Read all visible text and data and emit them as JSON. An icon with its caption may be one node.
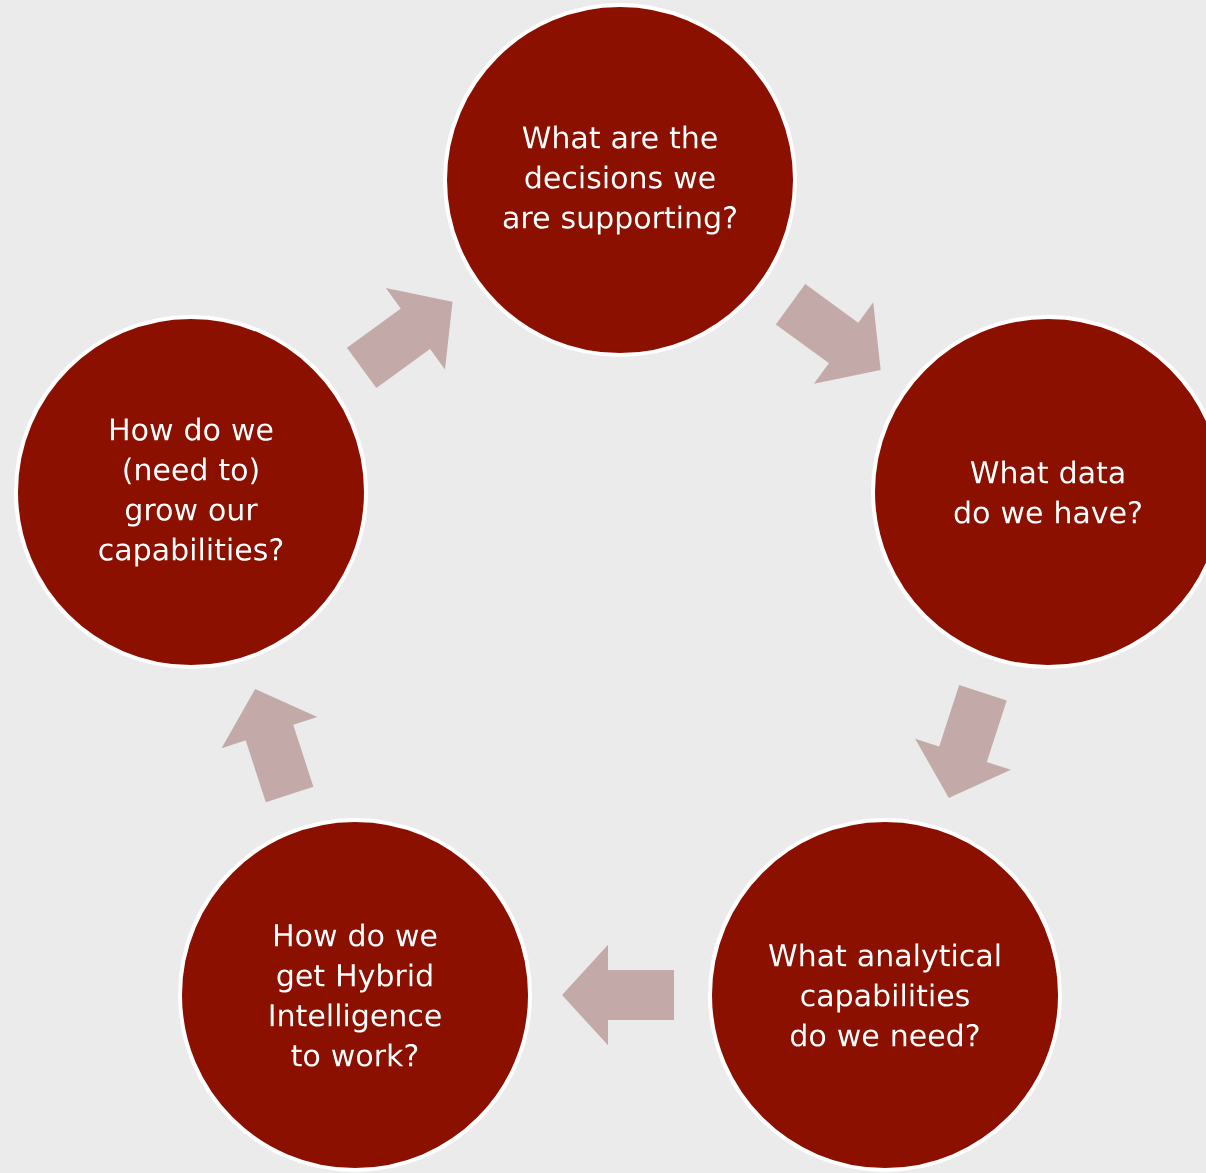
{
  "diagram": {
    "nodes": [
      {
        "text": [
          "What are the decisions we are supporting?"
        ]
      },
      {
        "text": [
          "What data do we have?"
        ]
      },
      {
        "text": [
          "What analytical capabilities do we need?"
        ]
      },
      {
        "text": [
          "How do we get Hybrid Intelligence to work?"
        ]
      },
      {
        "text": [
          "How do we (need to) grow our capabilities?"
        ]
      }
    ],
    "edges": [
      {
        "from": 0,
        "to": 1,
        "arrow": "to"
      },
      {
        "from": 1,
        "to": 2,
        "arrow": "to"
      },
      {
        "from": 2,
        "to": 3,
        "arrow": "to"
      },
      {
        "from": 3,
        "to": 4,
        "arrow": "to"
      },
      {
        "from": 4,
        "to": 0,
        "arrow": "to"
      }
    ]
  }
}
